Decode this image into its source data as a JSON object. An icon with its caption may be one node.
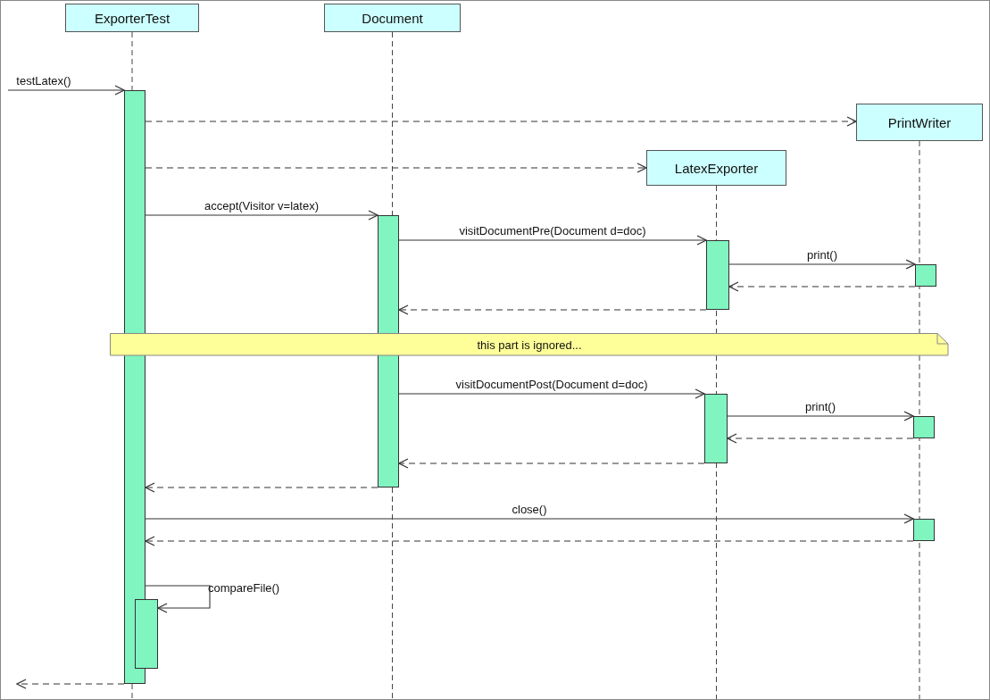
{
  "diagram": {
    "nodes": [
      {
        "text": [
          "ExporterTest"
        ]
      },
      {
        "text": [
          "Document"
        ]
      },
      {
        "text": [
          "LatexExporter"
        ]
      },
      {
        "text": [
          "PrintWriter"
        ]
      },
      {
        "text": [],
        "shape": "bar"
      },
      {
        "text": [],
        "shape": "bar"
      },
      {
        "text": [],
        "shape": "bar"
      },
      {
        "text": [],
        "shape": "bar"
      },
      {
        "text": [],
        "shape": "bar"
      },
      {
        "text": [],
        "shape": "bar"
      },
      {
        "text": [],
        "shape": "bar"
      },
      {
        "text": [],
        "shape": "bar"
      },
      {
        "text": [
          "this part is ignored..."
        ]
      }
    ],
    "edges": [
      {
        "from": null,
        "to": 4,
        "arrow": "to",
        "label": "testLatex()"
      },
      {
        "from": 4,
        "to": 3,
        "arrow": "to",
        "style": "dashed"
      },
      {
        "from": 4,
        "to": 2,
        "arrow": "to",
        "style": "dashed"
      },
      {
        "from": 4,
        "to": 5,
        "arrow": "to",
        "label": "accept(Visitor v=latex)"
      },
      {
        "from": 5,
        "to": 6,
        "arrow": "to",
        "label": "visitDocumentPre(Document d=doc)"
      },
      {
        "from": 6,
        "to": 7,
        "arrow": "to",
        "label": "print()"
      },
      {
        "from": 7,
        "to": 6,
        "arrow": "to",
        "style": "dashed"
      },
      {
        "from": 6,
        "to": 5,
        "arrow": "to",
        "style": "dashed"
      },
      {
        "from": 5,
        "to": 8,
        "arrow": "to",
        "label": "visitDocumentPost(Document d=doc)"
      },
      {
        "from": 8,
        "to": 9,
        "arrow": "to",
        "label": "print()"
      },
      {
        "from": 9,
        "to": 8,
        "arrow": "to",
        "style": "dashed"
      },
      {
        "from": 8,
        "to": 5,
        "arrow": "to",
        "style": "dashed"
      },
      {
        "from": 5,
        "to": 4,
        "arrow": "to",
        "style": "dashed"
      },
      {
        "from": 4,
        "to": 10,
        "arrow": "to",
        "label": "close()"
      },
      {
        "from": 10,
        "to": 4,
        "arrow": "to",
        "style": "dashed"
      },
      {
        "from": 4,
        "to": 11,
        "arrow": "to",
        "label": "compareFile()"
      },
      {
        "from": 4,
        "to": null,
        "arrow": "to",
        "style": "dashed"
      }
    ]
  }
}
